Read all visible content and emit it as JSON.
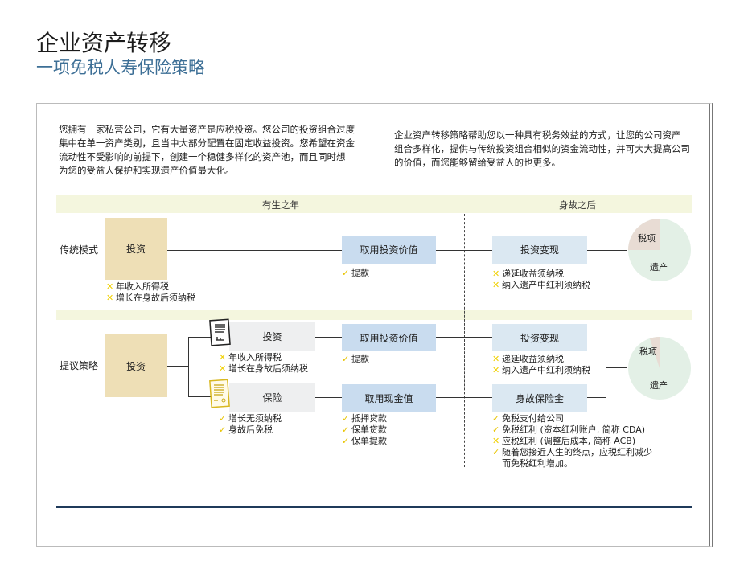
{
  "title": "企业资产转移",
  "subtitle": "一项免税人寿保险策略",
  "intro_left": [
    "您拥有一家私营公司，它有大量资产是应税投资。您公司的投资组合过度",
    "集中在单一资产类别，且当中大部分配置在固定收益投资。您希望在资金",
    "流动性不受影响的前提下，创建一个稳健多样化的资产池，而且同时想",
    "为您的受益人保护和实现遗产价值最大化。"
  ],
  "intro_right": [
    "企业资产转移策略帮助您以一种具有税务效益的方式，让您的公司资产",
    "组合多样化，提供与传统投资组合相似的资金流动性，并可大大提高公司",
    "的价值，而您能够留给受益人的也更多。"
  ],
  "phases": {
    "life": "有生之年",
    "death": "身故之后"
  },
  "traditional": {
    "label": "传统模式",
    "invest": "投资",
    "invest_items": [
      {
        "mark": "x",
        "text": "年收入所得税"
      },
      {
        "mark": "x",
        "text": "增长在身故后须纳税"
      }
    ],
    "access": "取用投资价值",
    "access_items": [
      {
        "mark": "check",
        "text": "提款"
      }
    ],
    "liquidate": "投资变现",
    "liquidate_items": [
      {
        "mark": "x",
        "text": "递延收益须纳税"
      },
      {
        "mark": "x",
        "text": "纳入遗产中红利须纳税"
      }
    ],
    "pie": {
      "tax_label": "税项",
      "estate_label": "遗产",
      "tax_share": 0.25
    }
  },
  "proposed": {
    "label": "提议策略",
    "invest": "投资",
    "sub_invest": "投资",
    "sub_invest_items": [
      {
        "mark": "x",
        "text": "年收入所得税"
      },
      {
        "mark": "x",
        "text": "增长在身故后须纳税"
      }
    ],
    "insurance": "保险",
    "insurance_items": [
      {
        "mark": "check",
        "text": "增长无须纳税"
      },
      {
        "mark": "check",
        "text": "身故后免税"
      }
    ],
    "access_invest": "取用投资价值",
    "access_invest_items": [
      {
        "mark": "check",
        "text": "提款"
      }
    ],
    "access_cash": "取用现金值",
    "access_cash_items": [
      {
        "mark": "check",
        "text": "抵押贷款"
      },
      {
        "mark": "check",
        "text": "保单贷款"
      },
      {
        "mark": "check",
        "text": "保单提款"
      }
    ],
    "liquidate": "投资变现",
    "liquidate_items": [
      {
        "mark": "x",
        "text": "递延收益须纳税"
      },
      {
        "mark": "x",
        "text": "纳入遗产中红利须纳税"
      }
    ],
    "death_benefit": "身故保险金",
    "death_benefit_items": [
      {
        "mark": "check",
        "text": "免税支付给公司"
      },
      {
        "mark": "check",
        "text": "免税红利 (资本红利账户, 简称 CDA)"
      },
      {
        "mark": "x",
        "text": "应税红利 (调整后成本, 简称 ACB)"
      },
      {
        "mark": "check",
        "text": "随着您接近人生的终点，应税红利减少"
      },
      {
        "mark": "",
        "text": "而免税红利增加。"
      }
    ],
    "pie": {
      "tax_label": "税项",
      "estate_label": "遗产",
      "tax_share": 0.05
    }
  },
  "colors": {
    "tan": "#eedfb6",
    "blue": "#c9dcef",
    "pie_tax": "#e8dcd4",
    "pie_estate": "#e3f0e6",
    "mark": "#f0d000"
  }
}
